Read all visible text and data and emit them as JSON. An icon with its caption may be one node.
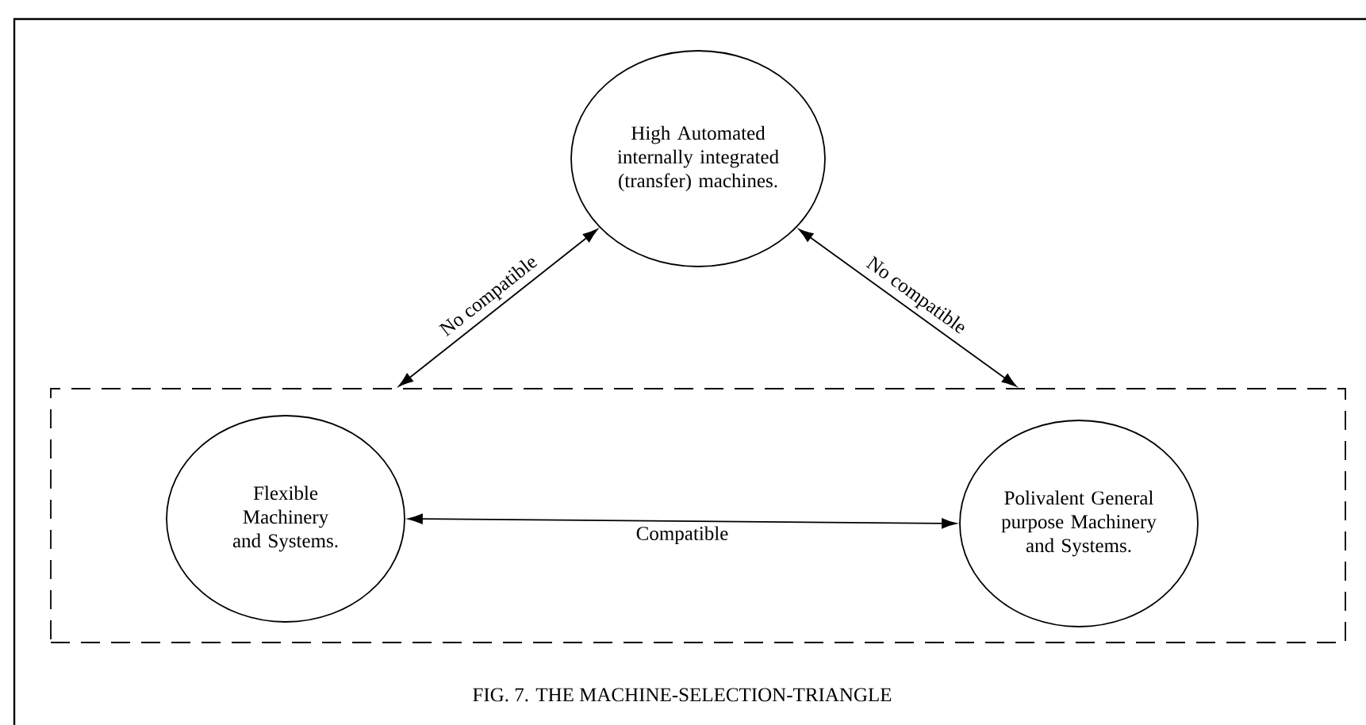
{
  "diagram": {
    "caption": "FIG. 7. THE MACHINE-SELECTION-TRIANGLE",
    "nodes": [
      {
        "text": [
          "High Automated internally integrated (transfer) machines."
        ]
      },
      {
        "text": [],
        "shape": "box"
      },
      {
        "text": [
          "Flexible Machinery and Systems."
        ],
        "in": 1
      },
      {
        "text": [
          "Polivalent General purpose Machinery and Systems."
        ],
        "in": 1
      }
    ],
    "edges": [
      {
        "from": 1,
        "to": 0,
        "arrow": "both",
        "label": "No compatible"
      },
      {
        "from": 0,
        "to": 1,
        "arrow": "both",
        "label": "No compatible"
      },
      {
        "from": 2,
        "to": 3,
        "arrow": "both",
        "label": "Compatible"
      }
    ]
  }
}
